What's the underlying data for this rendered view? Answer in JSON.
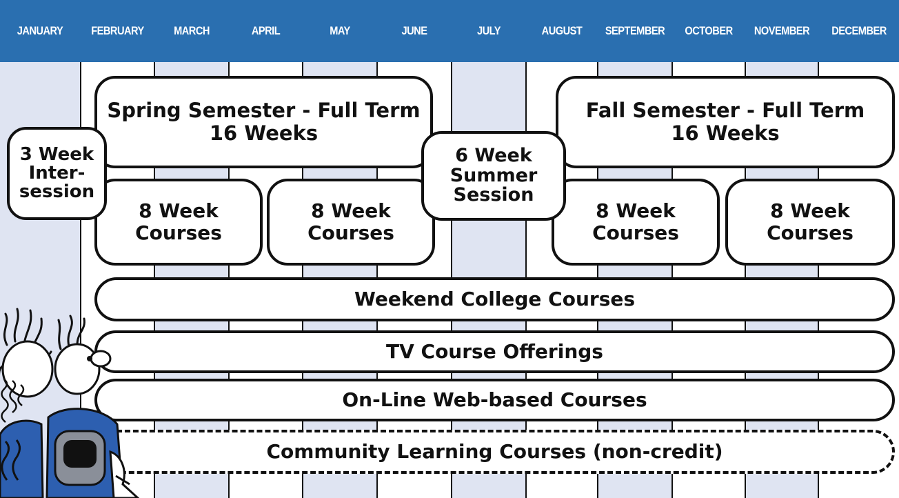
{
  "header": {
    "months": [
      "JANUARY",
      "FEBRUARY",
      "MARCH",
      "APRIL",
      "MAY",
      "JUNE",
      "JULY",
      "AUGUST",
      "SEPTEMBER",
      "OCTOBER",
      "NOVEMBER",
      "DECEMBER"
    ]
  },
  "blocks": {
    "spring_full": {
      "line1": "Spring Semester - Full Term",
      "line2": "16 Weeks"
    },
    "fall_full": {
      "line1": "Fall Semester - Full Term",
      "line2": "16 Weeks"
    },
    "intersession": {
      "line1": "3 Week",
      "line2": "Inter-",
      "line3": "session"
    },
    "summer": {
      "line1": "6 Week",
      "line2": "Summer",
      "line3": "Session"
    },
    "eight_week_1": {
      "line1": "8 Week",
      "line2": "Courses"
    },
    "eight_week_2": {
      "line1": "8 Week",
      "line2": "Courses"
    },
    "eight_week_3": {
      "line1": "8 Week",
      "line2": "Courses"
    },
    "eight_week_4": {
      "line1": "8 Week",
      "line2": "Courses"
    },
    "weekend": "Weekend College Courses",
    "tv": "TV Course Offerings",
    "online": "On-Line Web-based Courses",
    "community": "Community Learning Courses (non-credit)"
  },
  "colors": {
    "header_blue": "#2a6fb0",
    "column_shade": "#dfe4f2",
    "outline": "#111111",
    "mascot_blue": "#2d5fb0"
  }
}
